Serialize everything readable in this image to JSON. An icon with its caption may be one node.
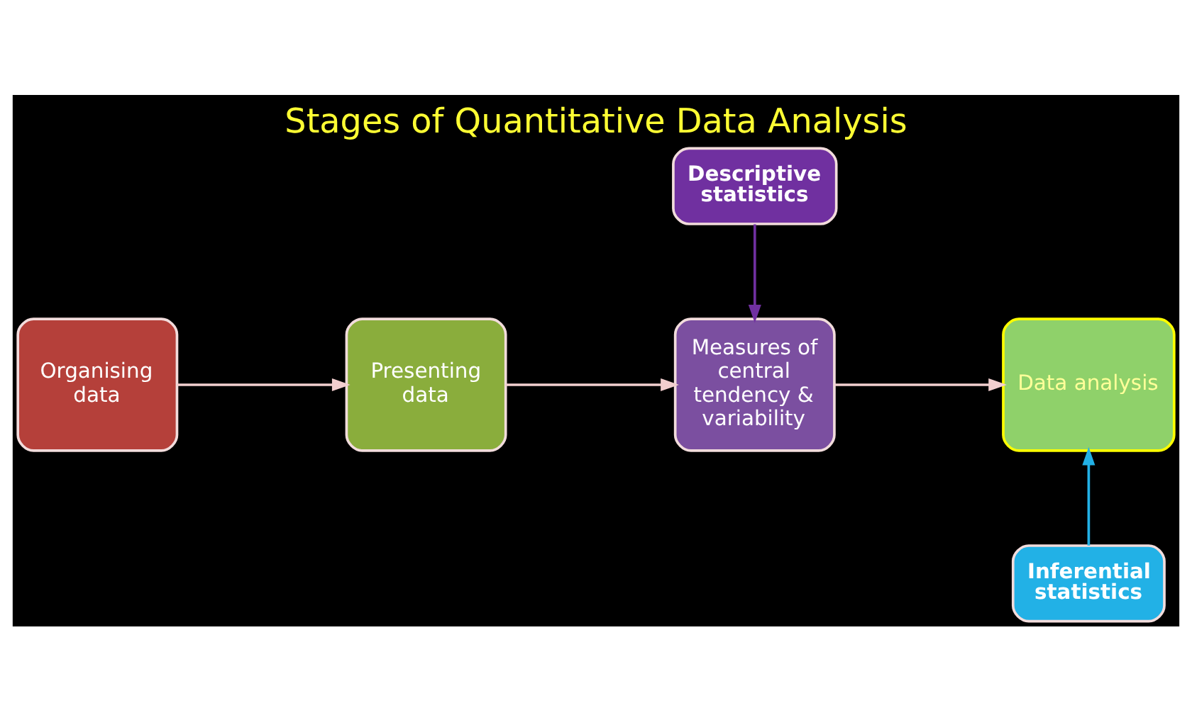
{
  "diagram": {
    "title": "Stages of Quantitative Data Analysis",
    "nodes": [
      {
        "text": [
          "Organising data"
        ]
      },
      {
        "text": [
          "Presenting data"
        ]
      },
      {
        "text": [
          "Measures of central tendency & variability"
        ]
      },
      {
        "text": [
          "Data analysis"
        ]
      },
      {
        "text": [
          "Descriptive statistics"
        ]
      },
      {
        "text": [
          "Inferential statistics"
        ]
      }
    ],
    "edges": [
      {
        "from": 0,
        "to": 1,
        "arrow": "to"
      },
      {
        "from": 1,
        "to": 2,
        "arrow": "to"
      },
      {
        "from": 2,
        "to": 3,
        "arrow": "to"
      },
      {
        "from": 4,
        "to": 2,
        "arrow": "to",
        "color": "#7030a0"
      },
      {
        "from": 5,
        "to": 3,
        "arrow": "to",
        "color": "#22b1e6"
      }
    ]
  }
}
